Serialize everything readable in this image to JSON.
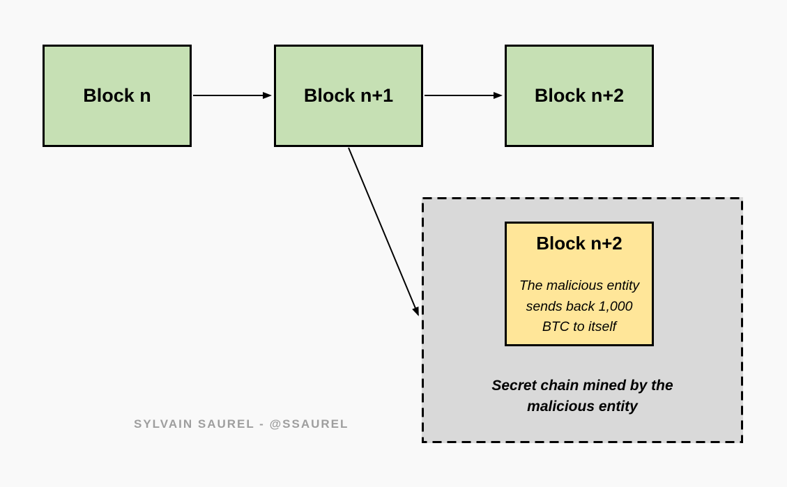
{
  "diagram": {
    "main_chain": [
      {
        "label": "Block n"
      },
      {
        "label": "Block n+1"
      },
      {
        "label": "Block n+2"
      }
    ],
    "secret_chain": {
      "block": {
        "title": "Block n+2",
        "note": "The malicious entity sends back 1,000 BTC to itself",
        "note_lines": [
          "The malicious entity",
          "sends back 1,000",
          "BTC to itself"
        ]
      },
      "caption": "Secret chain mined by the malicious entity",
      "caption_lines": [
        "Secret chain mined by the",
        "malicious entity"
      ]
    }
  },
  "colors": {
    "background": "#f9f9f9",
    "main_block_fill": "#c6e0b4",
    "secret_block_fill": "#ffe699",
    "secret_area_fill": "#d9d9d9",
    "stroke": "#000000",
    "watermark_text": "#9e9e9e"
  },
  "watermark": {
    "text": "SYLVAIN SAUREL - @SSAUREL"
  }
}
